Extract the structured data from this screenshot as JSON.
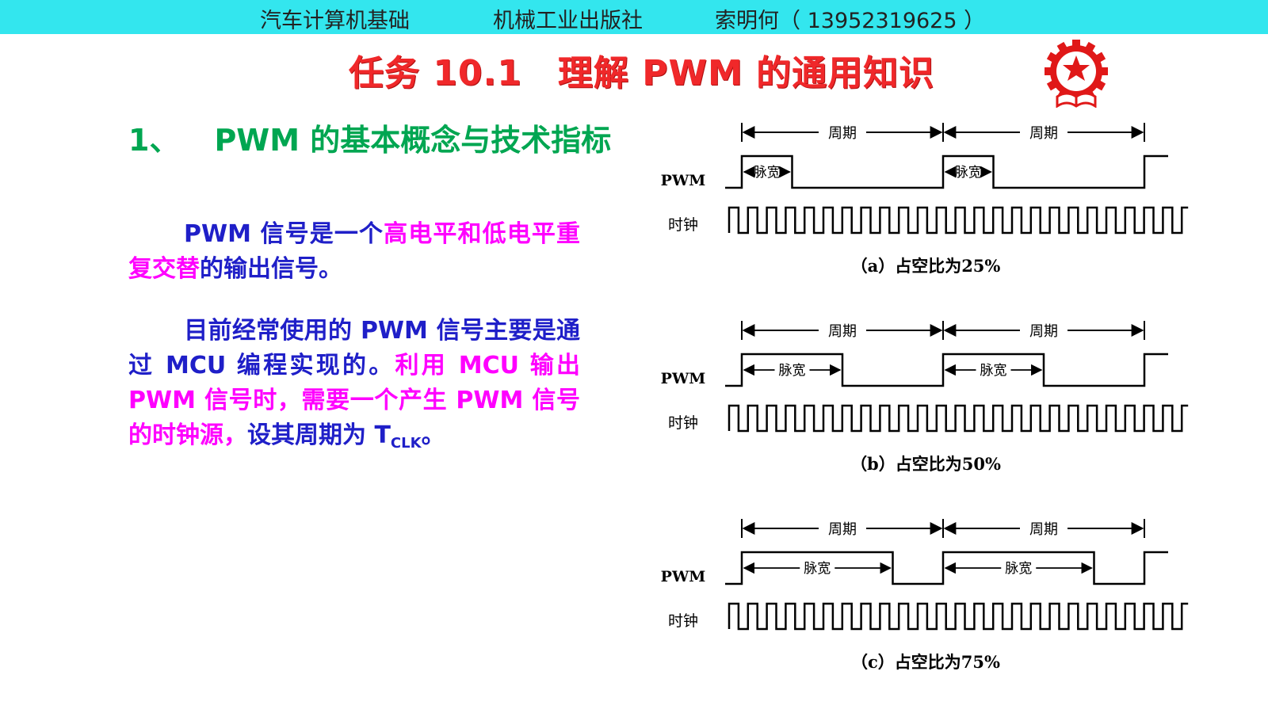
{
  "header": {
    "course": "汽车计算机基础",
    "publisher": "机械工业出版社",
    "author": "索明何（ 13952319625 ）"
  },
  "title": "任务 10.1　理解 PWM 的通用知识",
  "section": {
    "number": "1、",
    "title": "PWM 的基本概念与技术指标"
  },
  "para1": {
    "part1": "PWM 信号是一个",
    "part2": "高电平和低电平重复交替",
    "part3": "的输出信号。"
  },
  "para2": {
    "part1": "目前经常使用的 PWM 信号主要是通过 MCU 编程实现的。",
    "part2": "利用 MCU 输出 PWM 信号时，需要一个产生 PWM 信号的时钟源，",
    "part3": "设其周期为 T",
    "sub": "CLK",
    "part4": "。"
  },
  "diagram": {
    "period_label": "周期",
    "pulse_label": "脉宽",
    "pwm_label": "PWM",
    "clock_label": "时钟",
    "duty_cycles": [
      0.25,
      0.5,
      0.75
    ],
    "captions": [
      "（a）占空比为25%",
      "（b）占空比为50%",
      "（c）占空比为75%"
    ]
  },
  "colors": {
    "header_bar": "#33e6ee",
    "title": "#f0282a",
    "heading": "#00a651",
    "body_text": "#1f1fc8",
    "highlight": "#ff00ff"
  }
}
